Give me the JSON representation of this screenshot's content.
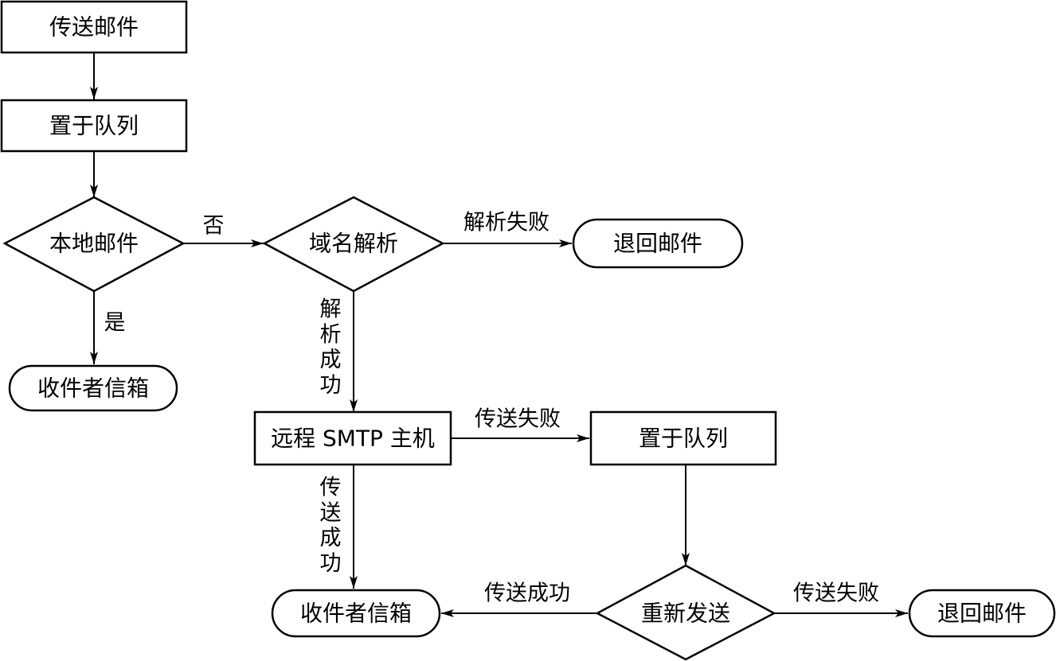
{
  "nodes": {
    "send_mail": "传送邮件",
    "queue_1": "置于队列",
    "local_mail": "本地邮件",
    "dns_resolve": "域名解析",
    "return_mail_1": "退回邮件",
    "recipient_mailbox_1": "收件者信箱",
    "remote_smtp": "远程 SMTP 主机",
    "queue_2": "置于队列",
    "resend": "重新发送",
    "recipient_mailbox_2": "收件者信箱",
    "return_mail_2": "退回邮件"
  },
  "edges": {
    "local_no": "否",
    "local_yes": "是",
    "resolve_fail": "解析失败",
    "resolve_success": "解析成功",
    "send_fail_1": "传送失败",
    "send_success_1": "传送成功",
    "send_success_2": "传送成功",
    "send_fail_2": "传送失败"
  },
  "colors": {
    "stroke": "#000000",
    "fill": "#ffffff"
  }
}
